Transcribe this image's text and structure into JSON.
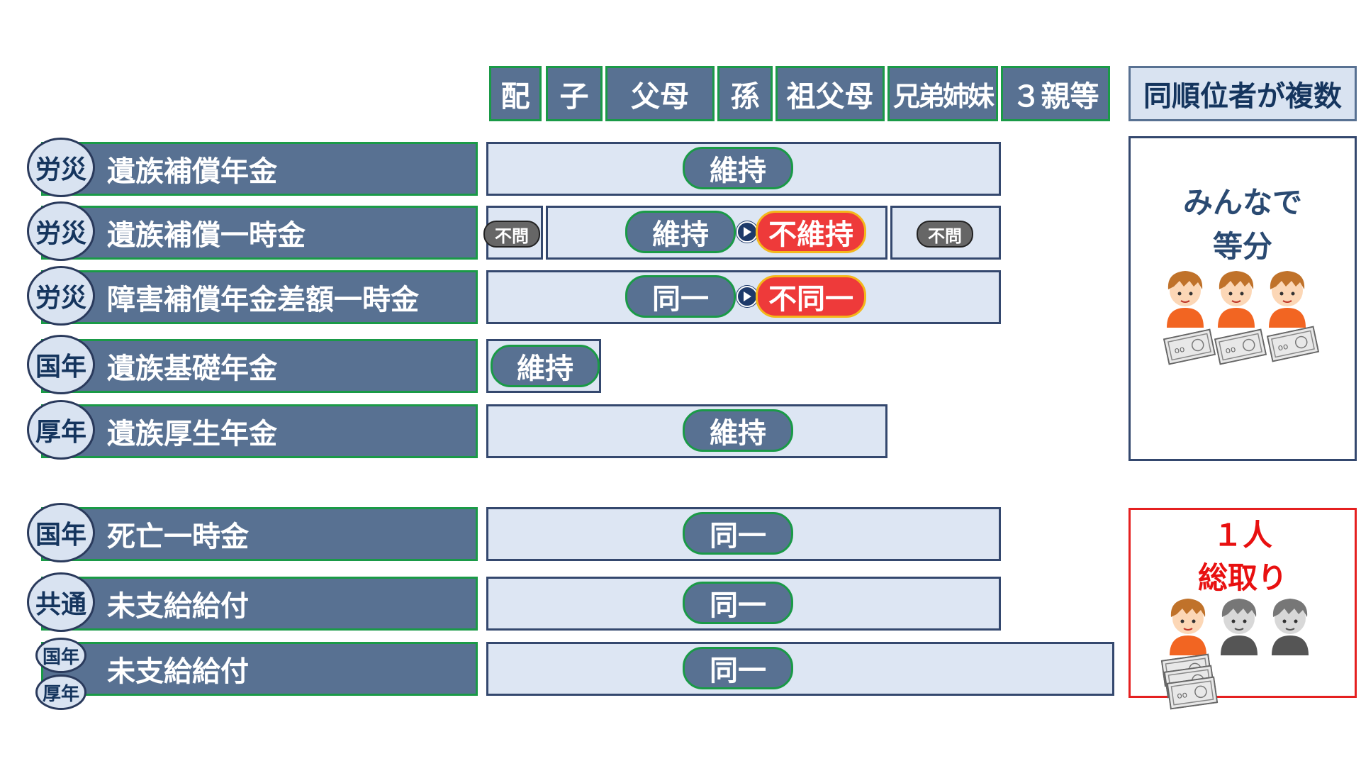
{
  "columns": [
    "配",
    "子",
    "父母",
    "孫",
    "祖父母",
    "兄弟姉妹",
    "３親等"
  ],
  "same_rank_header": "同順位者が複数",
  "rows": [
    {
      "badge": "労災",
      "label": "遺族補償年金"
    },
    {
      "badge": "労災",
      "label": "遺族補償一時金"
    },
    {
      "badge": "労災",
      "label": "障害補償年金差額一時金"
    },
    {
      "badge": "国年",
      "label": "遺族基礎年金"
    },
    {
      "badge": "厚年",
      "label": "遺族厚生年金"
    },
    {
      "badge": "国年",
      "label": "死亡一時金"
    },
    {
      "badge": "共通",
      "label": "未支給給付"
    },
    {
      "badge_top": "国年",
      "badge_bottom": "厚年",
      "label": "未支給給付"
    }
  ],
  "pills": {
    "maintain": "維持",
    "not_maintain": "不維持",
    "same": "同一",
    "not_same": "不同一",
    "not_asked": "不問"
  },
  "panel_equal": {
    "line1": "みんなで",
    "line2": "等分"
  },
  "panel_single": {
    "line1": "１人",
    "line2": "総取り"
  },
  "colors": {
    "header_bg": "#587192",
    "green_border": "#1a9a47",
    "range_bg": "#dde6f3",
    "red_pill": "#ee3a3a",
    "red_text": "#e81010"
  },
  "icons": [
    "person-orange-icon",
    "person-gray-icon",
    "banknote-icon",
    "play-arrow-icon"
  ]
}
